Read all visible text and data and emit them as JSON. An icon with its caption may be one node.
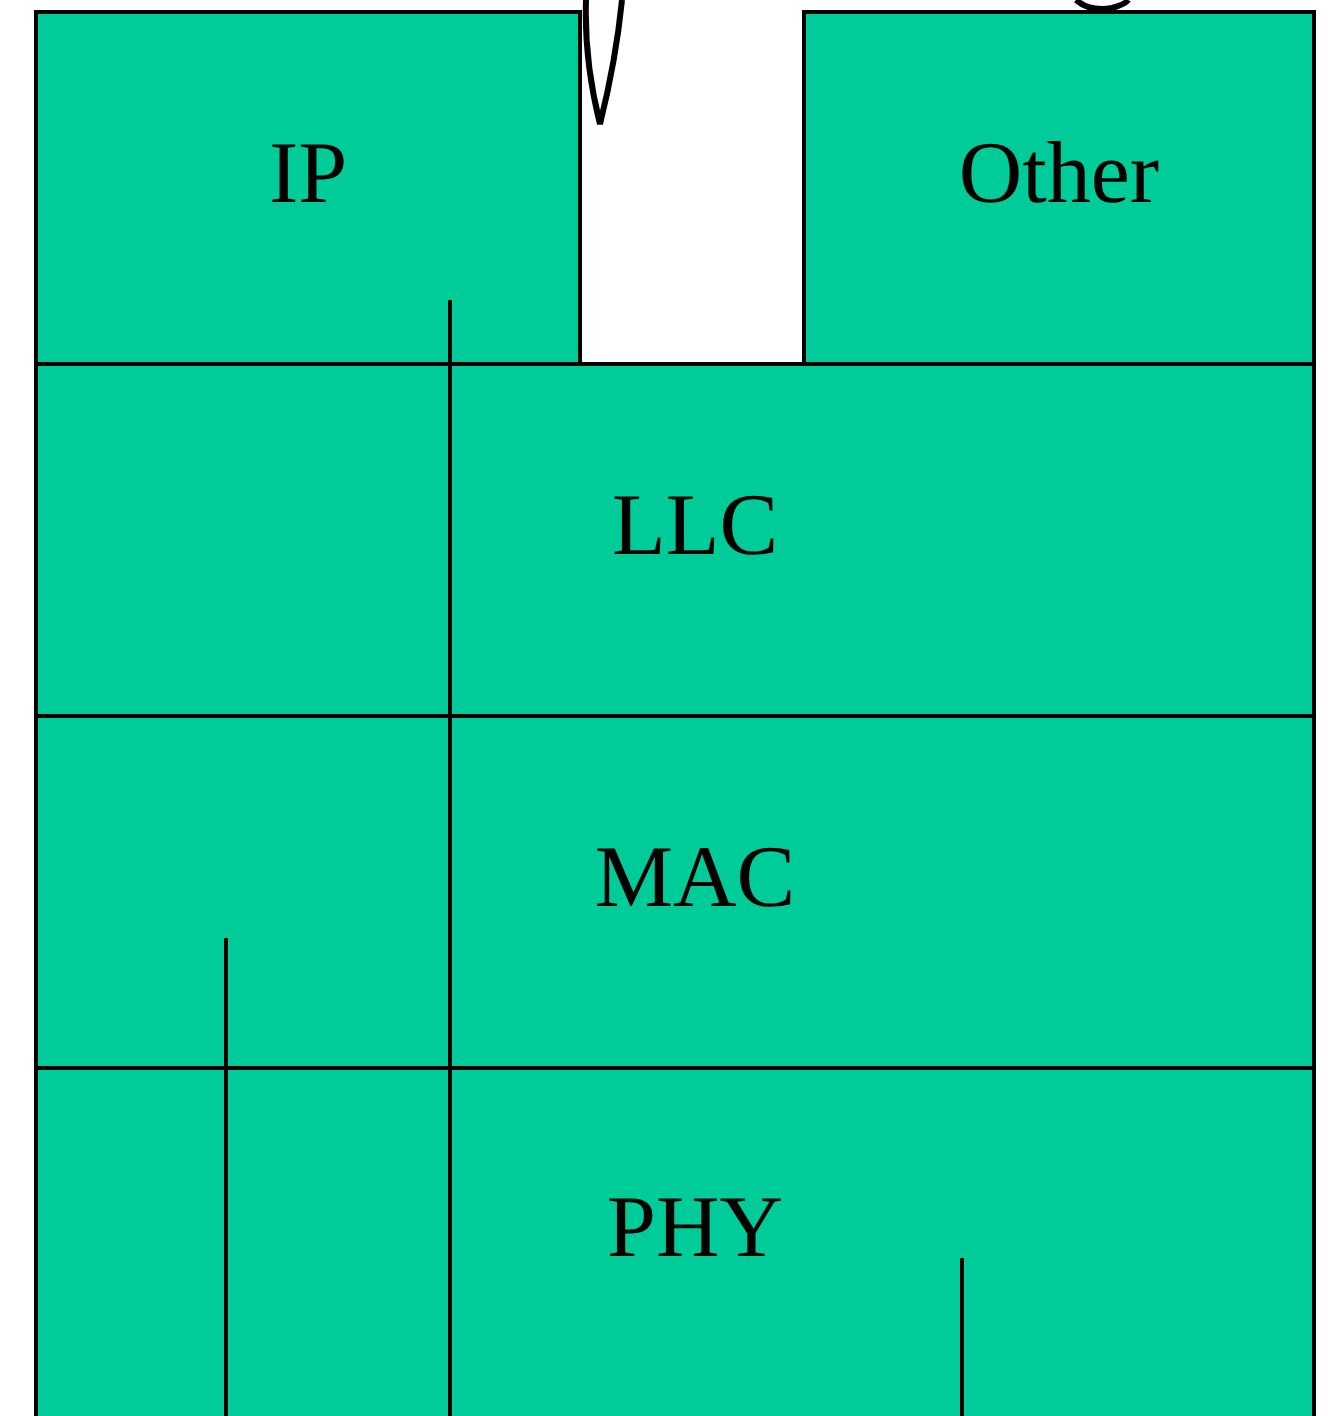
{
  "diagram": {
    "nodes": [
      {
        "text": [
          "IP"
        ]
      },
      {
        "text": [
          "Other"
        ]
      },
      {
        "text": [
          "LLC"
        ]
      },
      {
        "text": [
          "MAC"
        ]
      },
      {
        "text": [
          "PHY"
        ]
      }
    ]
  }
}
